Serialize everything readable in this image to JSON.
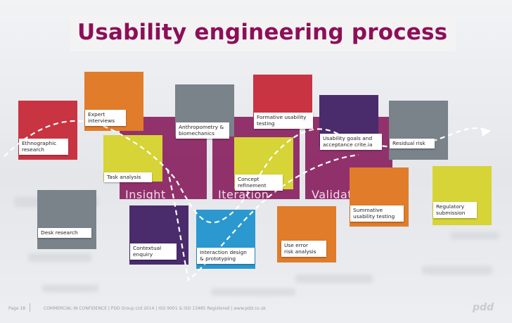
{
  "slide": {
    "title": "Usability engineering process",
    "stages": [
      "Insight",
      "Iteration",
      "Validation"
    ],
    "steps": [
      {
        "label": "Ethnographic\nresearch",
        "color": "#c93442"
      },
      {
        "label": "Expert\ninterviews",
        "color": "#e07c2a"
      },
      {
        "label": "Task analysis",
        "color": "#d6d437"
      },
      {
        "label": "Desk research",
        "color": "#7a828a"
      },
      {
        "label": "Contextual\nenquiry",
        "color": "#4a2b6b"
      },
      {
        "label": "Anthropometry &\nbiomechanics",
        "color": "#7a828a"
      },
      {
        "label": "Interaction design\n& prototyping",
        "color": "#2b98cf"
      },
      {
        "label": "Concept\nrefinement",
        "color": "#d6d437"
      },
      {
        "label": "Formative usability\ntesting",
        "color": "#c93442"
      },
      {
        "label": "Use error\nrisk analysis",
        "color": "#e07c2a"
      },
      {
        "label": "Usability goals and\nacceptance crite.ia",
        "color": "#4a2b6b"
      },
      {
        "label": "Residual risk",
        "color": "#7a828a"
      },
      {
        "label": "Summative\nusability testing",
        "color": "#e07c2a"
      },
      {
        "label": "Regulatory\nsubmission",
        "color": "#d6d437"
      }
    ],
    "band_color": "#8a2261",
    "title_color": "#8d0f58"
  },
  "footer": {
    "page": "Page  18",
    "conference": "COMMERCIAL IN CONFIDENCE  |  PDD Group Ltd 2014  |  ISO 9001 & ISO 13485 Registered  |  www.pdd.co.uk",
    "logo": "pdd"
  }
}
